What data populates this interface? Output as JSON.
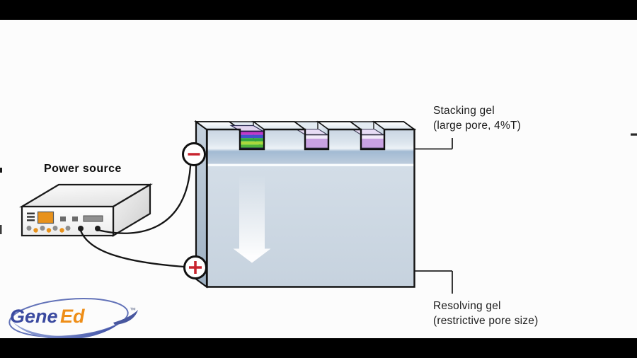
{
  "frame": {
    "background": "#fcfcfc",
    "letterbox_color": "#000000"
  },
  "diagram": {
    "power_source_label": "Power source",
    "annotations": {
      "stacking": {
        "line1": "Stacking gel",
        "line2": "(large pore, 4%T)"
      },
      "resolving": {
        "line1": "Resolving gel",
        "line2": "(restrictive pore size)"
      }
    },
    "samples": {
      "lane1_bands": [
        "#c238c8",
        "#4153cb",
        "#2fa53f",
        "#aad83c",
        "#4fb53a"
      ],
      "lane1_top": "#e2d5f0",
      "lane23_band": "#c9a2e2",
      "lane23_top": "#e8dcf5",
      "lane23_highlight": "#f2eaf9"
    },
    "colors": {
      "gel_body": "#ccd7e2",
      "stacking_band": "#a4bbd3",
      "electrode_red": "#c8252f",
      "accent_orange": "#e8921c",
      "logo_blue": "#3b4aa0",
      "logo_orange": "#ee8e18"
    },
    "icons": {
      "negative_electrode": "−",
      "positive_electrode": "+",
      "migration_arrow": "↓"
    },
    "logo": {
      "part1": "Gene",
      "part2": "Ed",
      "trademark": "™"
    }
  }
}
